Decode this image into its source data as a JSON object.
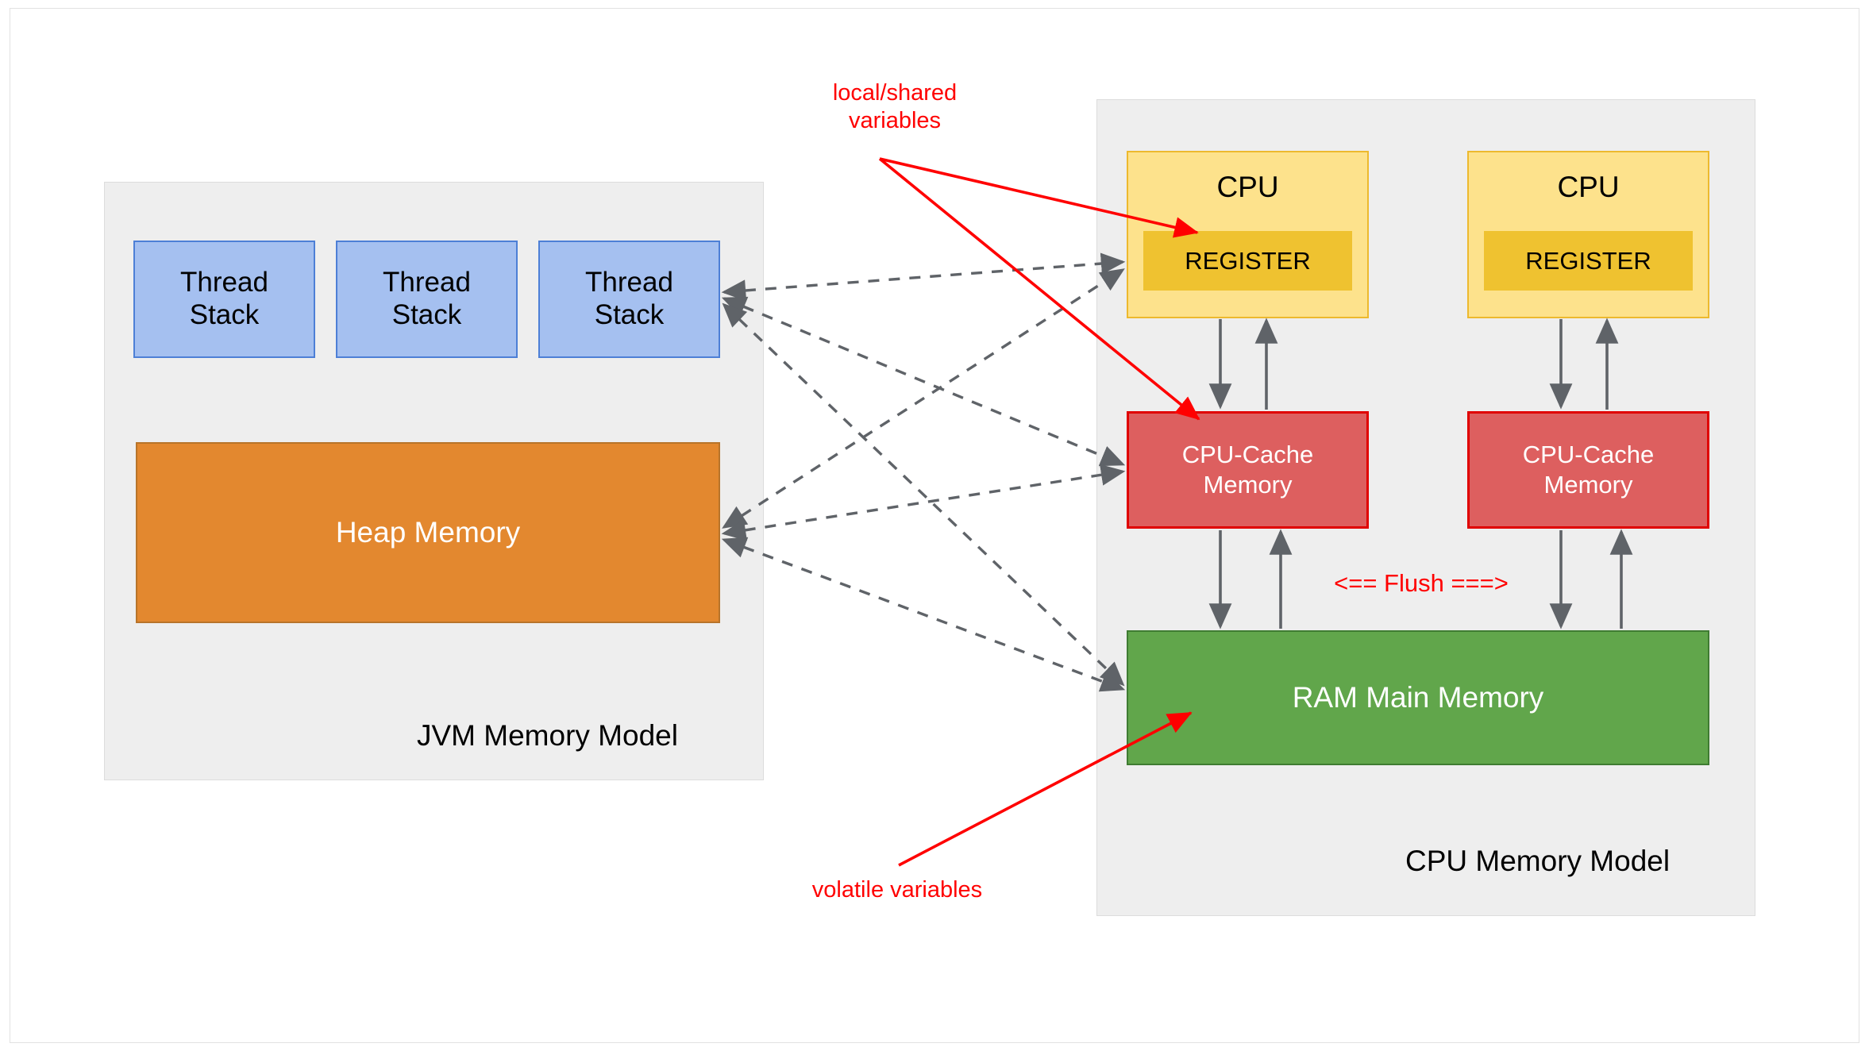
{
  "diagram": {
    "title_left": "JVM Memory Model",
    "title_right": "CPU Memory Model"
  },
  "jvm": {
    "panel_label": "JVM Memory Model",
    "thread_stacks": [
      {
        "line1": "Thread",
        "line2": "Stack"
      },
      {
        "line1": "Thread",
        "line2": "Stack"
      },
      {
        "line1": "Thread",
        "line2": "Stack"
      }
    ],
    "heap_label": "Heap Memory"
  },
  "cpu_model": {
    "panel_label": "CPU Memory Model",
    "cores": [
      {
        "cpu_label": "CPU",
        "register_label": "REGISTER",
        "cache_line1": "CPU-Cache",
        "cache_line2": "Memory"
      },
      {
        "cpu_label": "CPU",
        "register_label": "REGISTER",
        "cache_line1": "CPU-Cache",
        "cache_line2": "Memory"
      }
    ],
    "ram_label": "RAM Main Memory",
    "flush_label": "<== Flush ===>"
  },
  "annotations": {
    "local_shared": "local/shared\nvariables",
    "volatile": "volatile variables"
  },
  "colors": {
    "panel_bg": "#eeeeee",
    "panel_border": "#dcdcdc",
    "thread_fill": "#a5c0f0",
    "thread_border": "#4d7fd6",
    "heap_fill": "#e3882f",
    "heap_border": "#b8742a",
    "cpu_fill": "#fde28c",
    "cpu_border": "#edb92e",
    "register_fill": "#efc230",
    "cache_fill": "#dd5f5f",
    "cache_border": "#e00000",
    "ram_fill": "#61a64b",
    "ram_border": "#3f7c32",
    "annotation_red": "#ff0000",
    "arrow_gray": "#5f6368"
  }
}
